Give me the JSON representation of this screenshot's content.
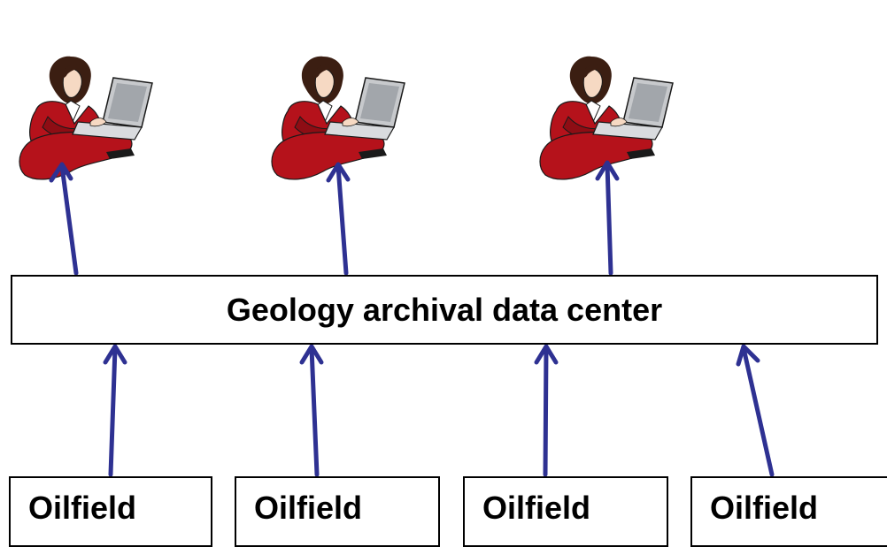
{
  "diagram": {
    "data_center_label": "Geology archival data center",
    "oilfields": [
      {
        "label": "Oilfield"
      },
      {
        "label": "Oilfield"
      },
      {
        "label": "Oilfield"
      },
      {
        "label": "Oilfield"
      }
    ],
    "users": [
      {
        "icon": "woman-with-laptop-icon"
      },
      {
        "icon": "woman-with-laptop-icon"
      },
      {
        "icon": "woman-with-laptop-icon"
      }
    ],
    "colors": {
      "arrow": "#2e3192",
      "jacket": "#b5121b",
      "box_border": "#000000"
    }
  }
}
